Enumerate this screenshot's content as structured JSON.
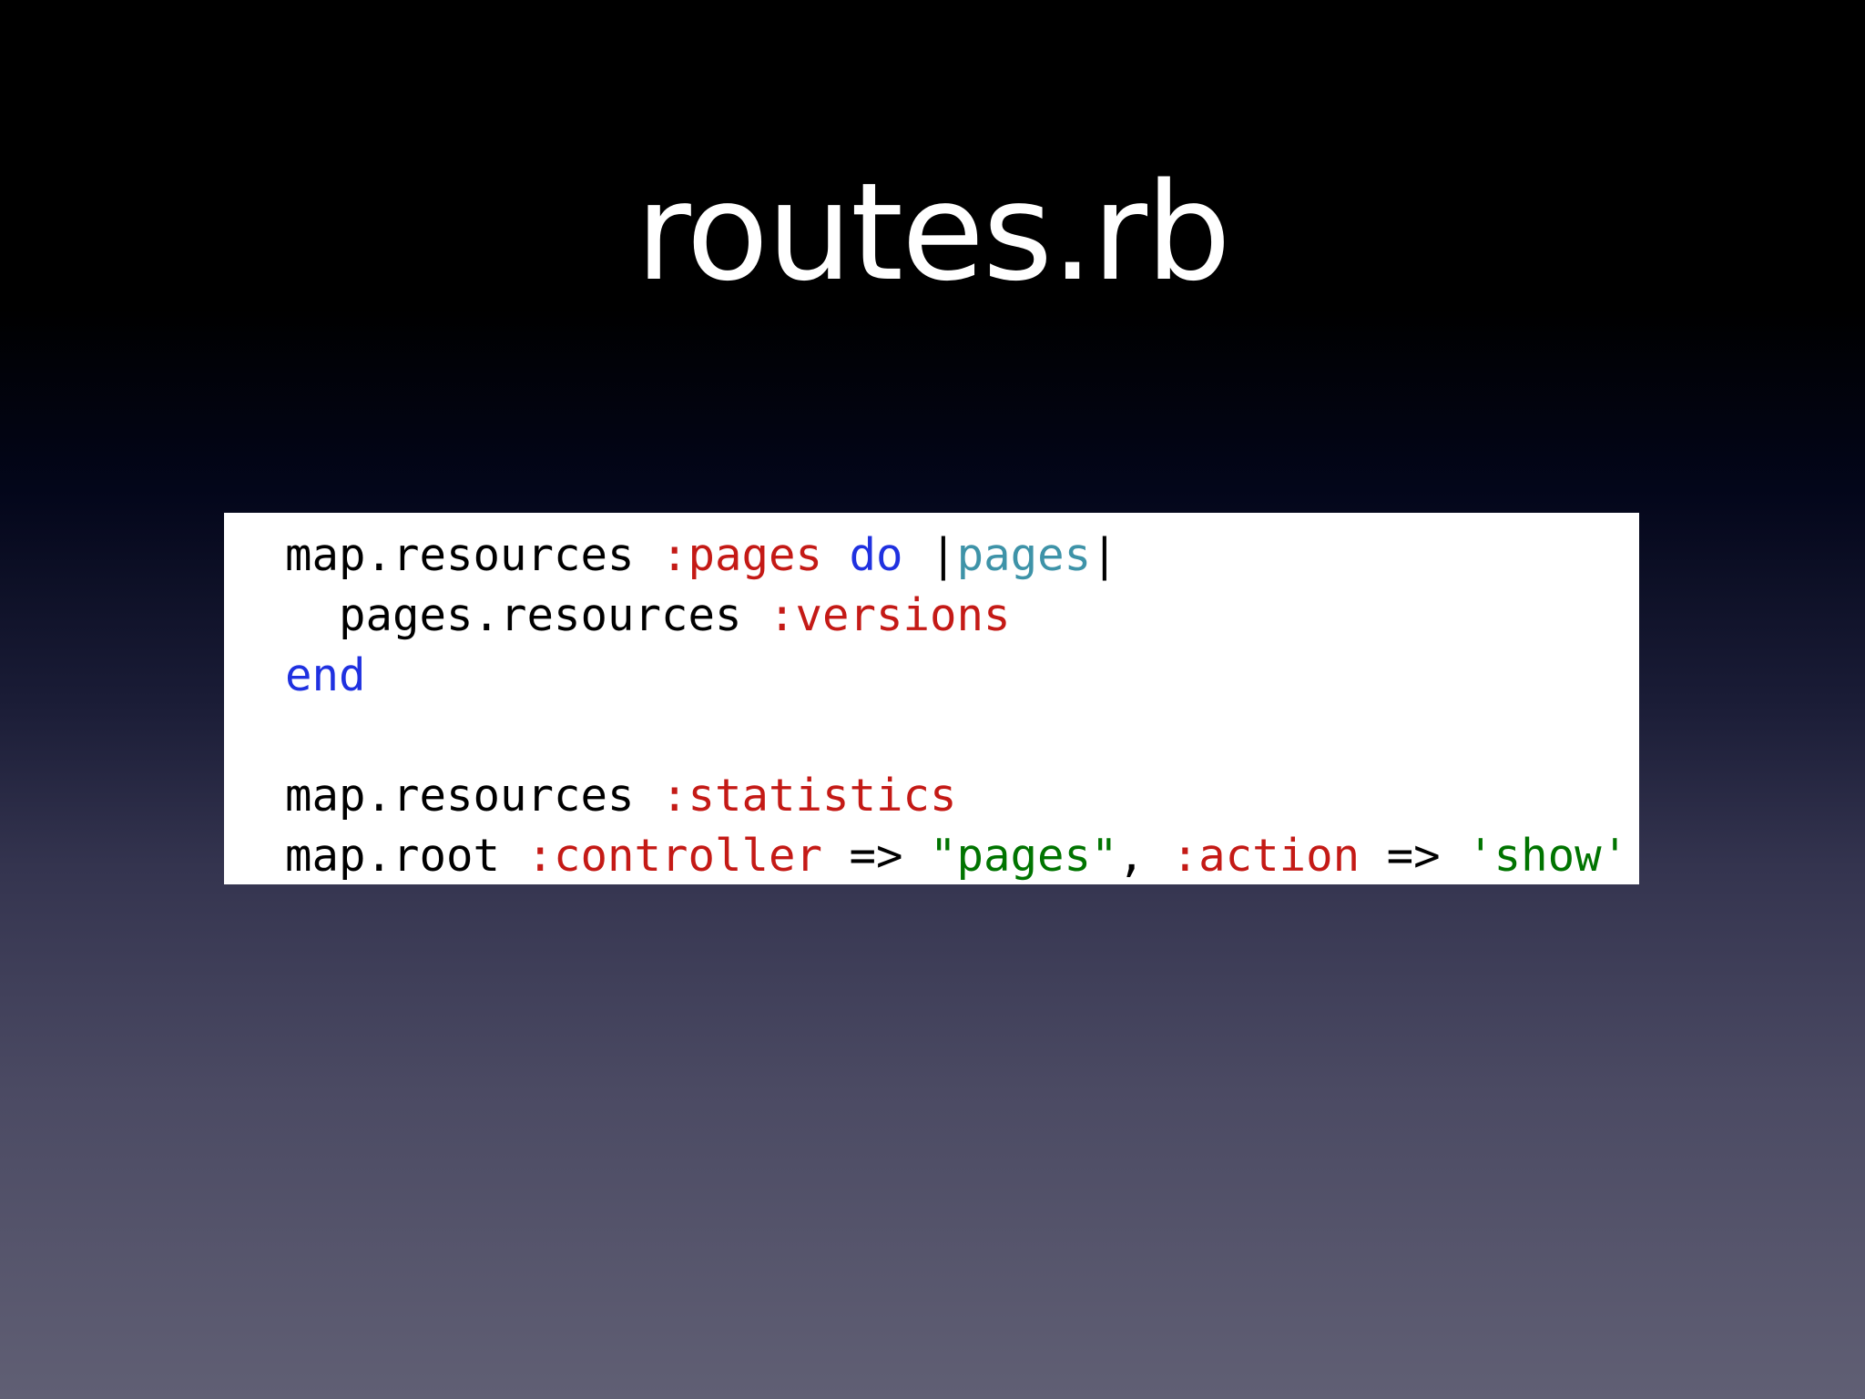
{
  "title": "routes.rb",
  "colors": {
    "default": "#000000",
    "symbol": "#c41a16",
    "keyword": "#1f31e0",
    "block_var": "#3e93a8",
    "string": "#007400"
  },
  "code": {
    "lines": [
      {
        "tokens": [
          {
            "type": "default",
            "text": "map.resources "
          },
          {
            "type": "symbol",
            "text": ":pages"
          },
          {
            "type": "default",
            "text": " "
          },
          {
            "type": "keyword",
            "text": "do"
          },
          {
            "type": "default",
            "text": " |"
          },
          {
            "type": "blockvar",
            "text": "pages"
          },
          {
            "type": "default",
            "text": "|"
          }
        ]
      },
      {
        "tokens": [
          {
            "type": "default",
            "text": "  pages.resources "
          },
          {
            "type": "symbol",
            "text": ":versions"
          }
        ]
      },
      {
        "tokens": [
          {
            "type": "keyword",
            "text": "end"
          }
        ]
      },
      {
        "tokens": []
      },
      {
        "tokens": [
          {
            "type": "default",
            "text": "map.resources "
          },
          {
            "type": "symbol",
            "text": ":statistics"
          }
        ]
      },
      {
        "tokens": [
          {
            "type": "default",
            "text": "map.root "
          },
          {
            "type": "symbol",
            "text": ":controller"
          },
          {
            "type": "default",
            "text": " => "
          },
          {
            "type": "string",
            "text": "\"pages\""
          },
          {
            "type": "default",
            "text": ", "
          },
          {
            "type": "symbol",
            "text": ":action"
          },
          {
            "type": "default",
            "text": " => "
          },
          {
            "type": "string",
            "text": "'show'"
          }
        ]
      }
    ]
  }
}
